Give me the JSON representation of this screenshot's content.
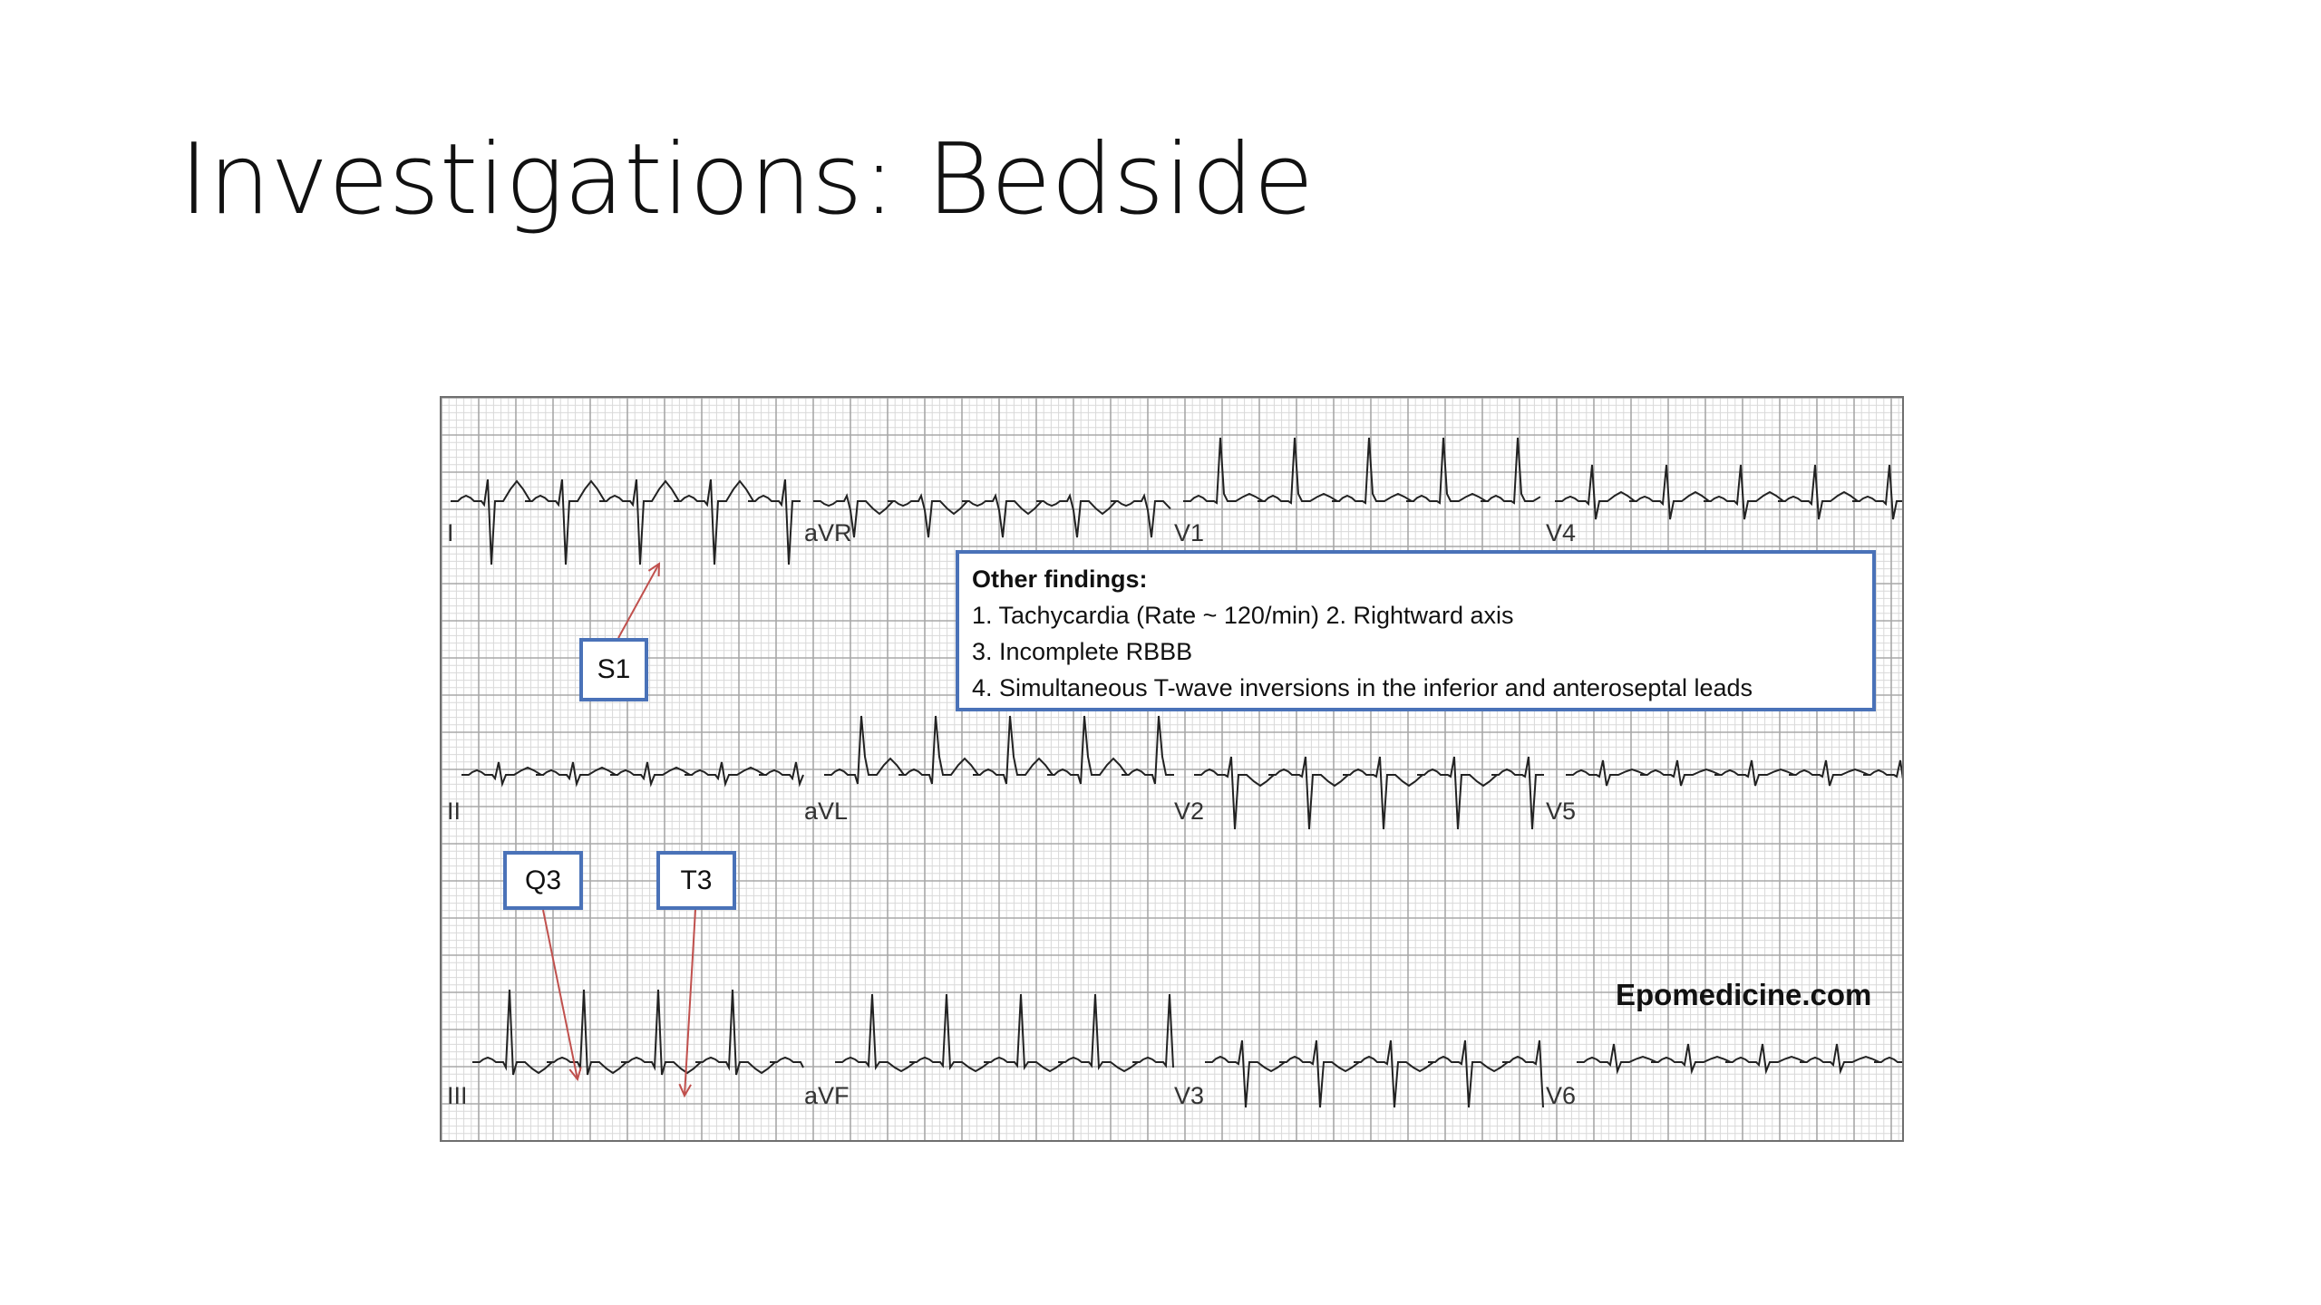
{
  "slide": {
    "title": "Investigations: Bedside"
  },
  "ecg": {
    "leads": [
      "I",
      "aVR",
      "V1",
      "V4",
      "II",
      "aVL",
      "V2",
      "V5",
      "III",
      "aVF",
      "V3",
      "V6"
    ],
    "findings": {
      "heading": "Other findings:",
      "items": [
        "1. Tachycardia (Rate ~ 120/min) 2. Rightward axis",
        "3. Incomplete RBBB",
        "4. Simultaneous T-wave inversions in the inferior and anteroseptal leads"
      ]
    },
    "callouts": {
      "s1": "S1",
      "q3": "Q3",
      "t3": "T3"
    },
    "watermark": "Epomedicine.com"
  },
  "colors": {
    "grid_minor": "#d9d9d9",
    "grid_major": "#a8a8a8",
    "trace": "#222222",
    "callout_border": "#4a72b8",
    "arrow": "#c0504d"
  }
}
